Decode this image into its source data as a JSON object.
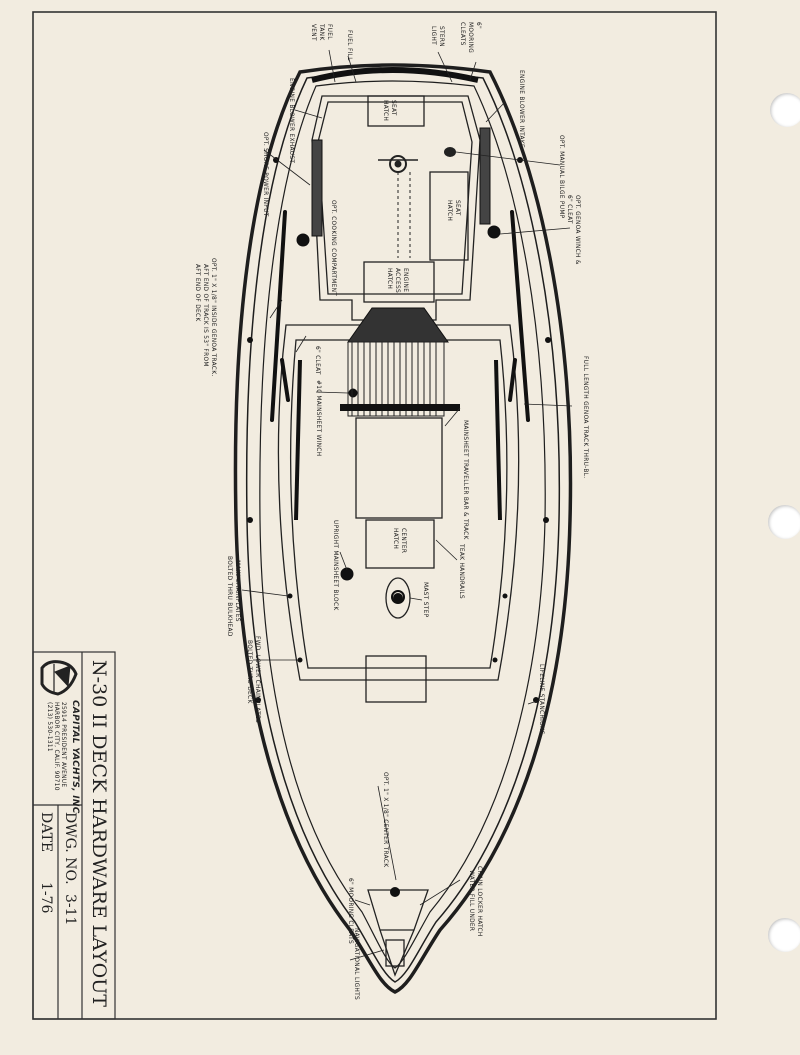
{
  "title_block": {
    "title": "N-30 II DECK HARDWARE LAYOUT",
    "dwg_label": "DWG. NO.",
    "dwg_no": "3-11",
    "date_label": "DATE",
    "date": "1-76",
    "company": "CAPITAL YACHTS, INC",
    "address_1": "25914 PRESIDENT AVENUE",
    "address_2": "HARBOR CITY, CALIF. 90710",
    "phone": "(213) 530-1311"
  },
  "labels": {
    "mooring_cleats_aft": "6\" MOORING CLEATS",
    "stern_light": "STERN LIGHT",
    "fuel_fill": "FUEL FILL",
    "fuel_tank_vent": "FUEL TANK VENT",
    "engine_blower_exhaust": "ENGINE BLOWER EXHAUST",
    "engine_blower_intake": "ENGINE BLOWER INTAKE",
    "shore_power": "OPT. SHORE POWER INPUT",
    "bilge_pump": "OPT. MANUAL BILGE PUMP",
    "genoa_winch": "OPT. GENOA WINCH & 6\" CLEAT",
    "seat_hatch_1": "SEAT HATCH",
    "seat_hatch_2": "SEAT HATCH",
    "cooking_compartment": "OPT. COOKING COMPARTMENT",
    "engine_access_hatch": "ENGINE ACCESS HATCH",
    "genoa_track_1": "OPT. 1\" X 1/8\" INSIDE GENOA TRACK.",
    "genoa_track_2": "AFT END OF TRACK IS 53\" FROM",
    "genoa_track_3": "AFT END OF DECK",
    "cleat_6": "6\" CLEAT",
    "mainsheet_winch": "#10 MAINSHEET WINCH",
    "full_length_track": "FULL LENGTH GENOA TRACK THRU-BL.",
    "traveller": "MAINSHEET TRAVELLER BAR & TRACK",
    "center_hatch": "CENTER HATCH",
    "upright_block": "UPRIGHT MAINSHEET BLOCK",
    "teak_handrails": "TEAK HANDRAILS",
    "mast_step": "MAST STEP",
    "main_chainplates_1": "MAIN CHAINPLATES",
    "main_chainplates_2": "BOLTED THRU BULKHEAD",
    "fwd_lower_1": "FWD. LOWER CHAINPLATES",
    "fwd_lower_2": "BOLTED THRU DECK",
    "lifeline_stanchions": "LIFELINE STANCHIONS",
    "center_track": "OPT. 1\" X 1/8\" CENTER TRACK",
    "chain_locker_1": "CHAIN LOCKER HATCH",
    "chain_locker_2": "WATER FILL UNDER",
    "mooring_cleats_fwd": "6\" MOORING CLEATS",
    "navigational_lights": "NAVIGATIONAL LIGHTS"
  }
}
